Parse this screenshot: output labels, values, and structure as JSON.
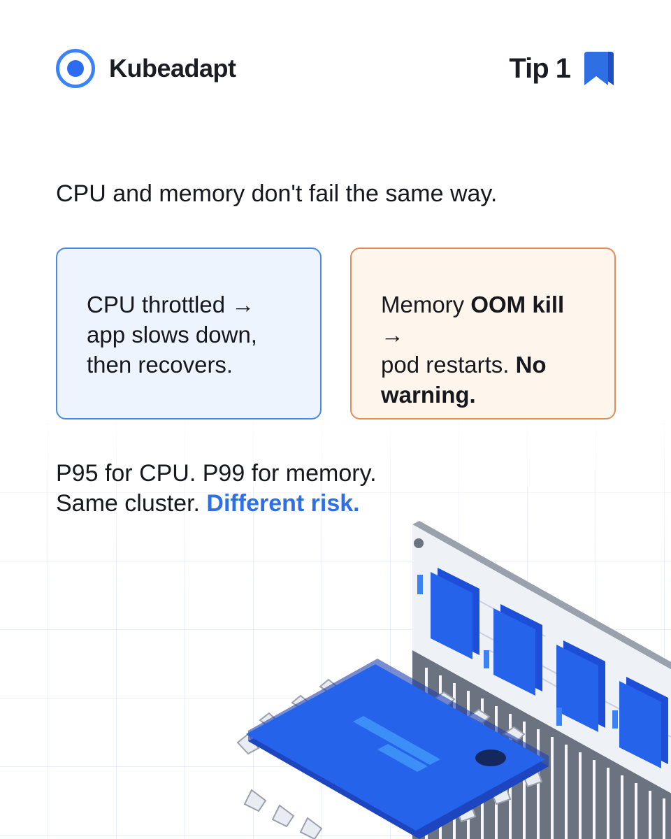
{
  "brand": {
    "name": "Kubeadapt"
  },
  "tip": {
    "label": "Tip 1"
  },
  "intro": "CPU and memory don't fail the same way.",
  "cards": {
    "cpu": {
      "line1": "CPU throttled →",
      "line2": "app slows down,",
      "line3": "then recovers."
    },
    "memory": {
      "prefix": "Memory ",
      "oom": "OOM kill",
      "arrow": " →",
      "line2a": "pod restarts. ",
      "no": "No",
      "warning": "warning."
    }
  },
  "summary": {
    "line1": "P95 for CPU. P99 for memory.",
    "line2_prefix": "Same cluster. ",
    "line2_accent": "Different risk."
  },
  "colors": {
    "accent": "#2f6fe4",
    "cpu_card_bg": "#eef4fd",
    "cpu_card_border": "#4a88ea",
    "memory_card_bg": "#fef5ec",
    "memory_card_border": "#e08d58",
    "chip_blue": "#2563eb"
  },
  "icons": [
    "logo-ring-icon",
    "bookmark-icon",
    "ram-stick-illustration",
    "chip-illustration"
  ]
}
